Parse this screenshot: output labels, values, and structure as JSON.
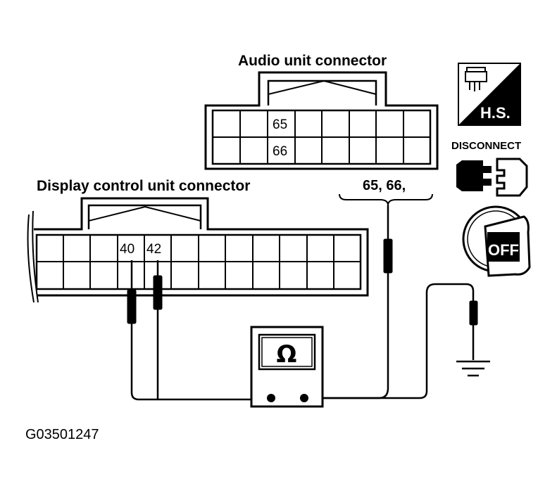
{
  "audio_connector": {
    "label": "Audio unit connector",
    "pin_top": "65",
    "pin_bottom": "66",
    "terminals_label": "65, 66,"
  },
  "display_connector": {
    "label": "Display control unit connector",
    "pin_a": "40",
    "pin_b": "42"
  },
  "meter": {
    "symbol": "Ω"
  },
  "badges": {
    "harness_side": "H.S.",
    "disconnect": "DISCONNECT",
    "ignition": "OFF"
  },
  "figure_id": "G03501247"
}
